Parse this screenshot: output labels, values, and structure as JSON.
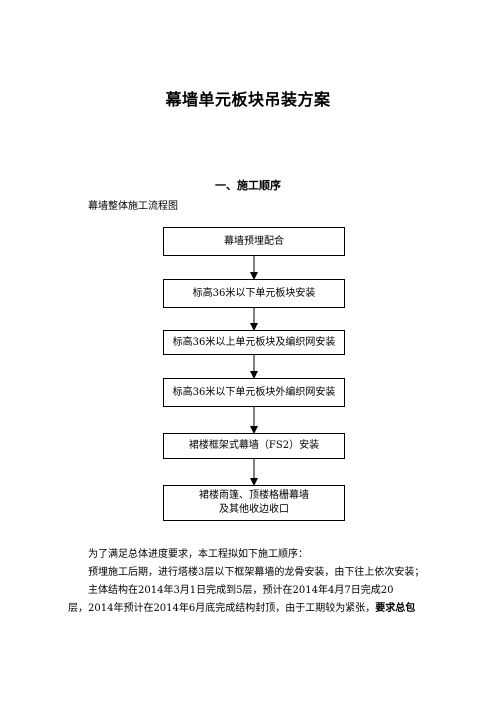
{
  "document": {
    "title": "幕墙单元板块吊装方案",
    "section_heading": "一、施工顺序",
    "flowchart_caption": "幕墙整体施工流程图"
  },
  "flowchart": {
    "steps": [
      {
        "label": "幕墙预埋配合"
      },
      {
        "label": "标高36米以下单元板块安装"
      },
      {
        "label": "标高36米以上单元板块及编织网安装"
      },
      {
        "label": "标高36米以下单元板块外编织网安装"
      },
      {
        "label": "裙楼框架式幕墙（FS2）安装"
      },
      {
        "label_line1": "裙楼雨篷、顶楼格栅幕墙",
        "label_line2": "及其他收边收口"
      }
    ]
  },
  "body": {
    "intro": "为了满足总体进度要求，本工程拟如下施工顺序：",
    "line1": "预埋施工后期，进行塔楼3层以下框架幕墙的龙骨安装，由下往上依次安装；",
    "line2": "主体结构在2014年3月1日完成到5层，预计在2014年4月7日完成20",
    "line3_normal": "层，2014年预计在2014年6月底完成结构封顶，由于工期较为紧张，",
    "line3_bold": "要求总包"
  }
}
